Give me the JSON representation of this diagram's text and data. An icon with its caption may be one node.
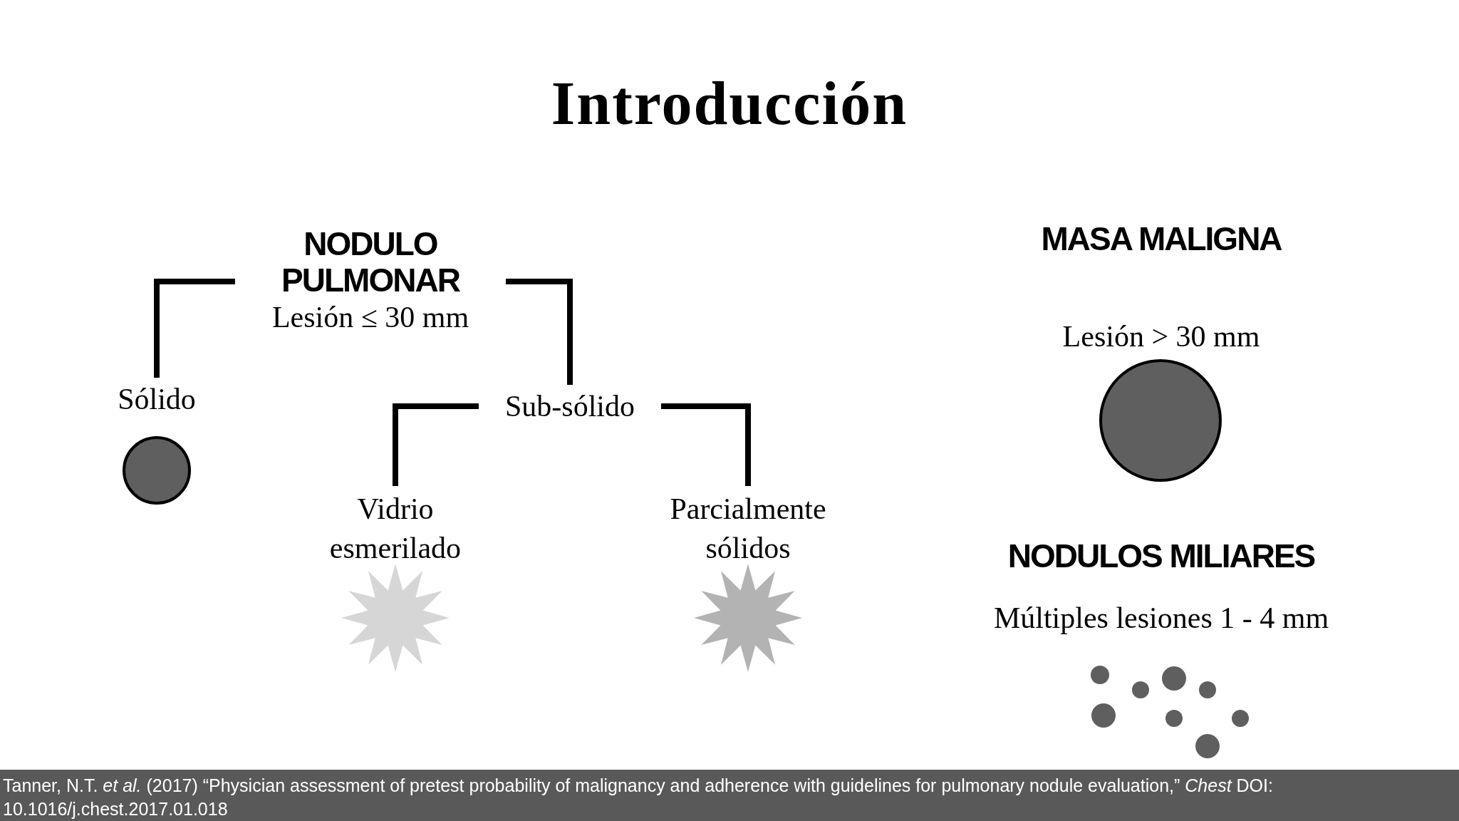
{
  "diagram": {
    "title": "Introducción",
    "caption": "Tanner, N.T. *et al.* (2017) “Physician assessment of pretest probability of malignancy and adherence with guidelines for pulmonary nodule evaluation,” *Chest* DOI: 10.1016/j.chest.2017.01.018",
    "nodes": [
      {
        "text": [
          "NODULO PULMONAR",
          "Lesión ≤ 30 mm"
        ]
      },
      {
        "text": [
          "Sólido"
        ]
      },
      {
        "text": [
          "Sub-sólido"
        ]
      },
      {
        "text": [
          "Vidrio esmerilado"
        ]
      },
      {
        "text": [
          "Parcialmente sólidos"
        ]
      }
    ],
    "edges": [
      {
        "from": 0,
        "to": 1,
        "arrow": "none"
      },
      {
        "from": 0,
        "to": 2,
        "arrow": "none"
      },
      {
        "from": 2,
        "to": 3,
        "arrow": "none"
      },
      {
        "from": 2,
        "to": 4,
        "arrow": "none"
      }
    ],
    "labels": [
      "MASA MALIGNA",
      "Lesión > 30 mm",
      "NODULOS MILIARES",
      "Múltiples lesiones 1 - 4 mm"
    ]
  }
}
